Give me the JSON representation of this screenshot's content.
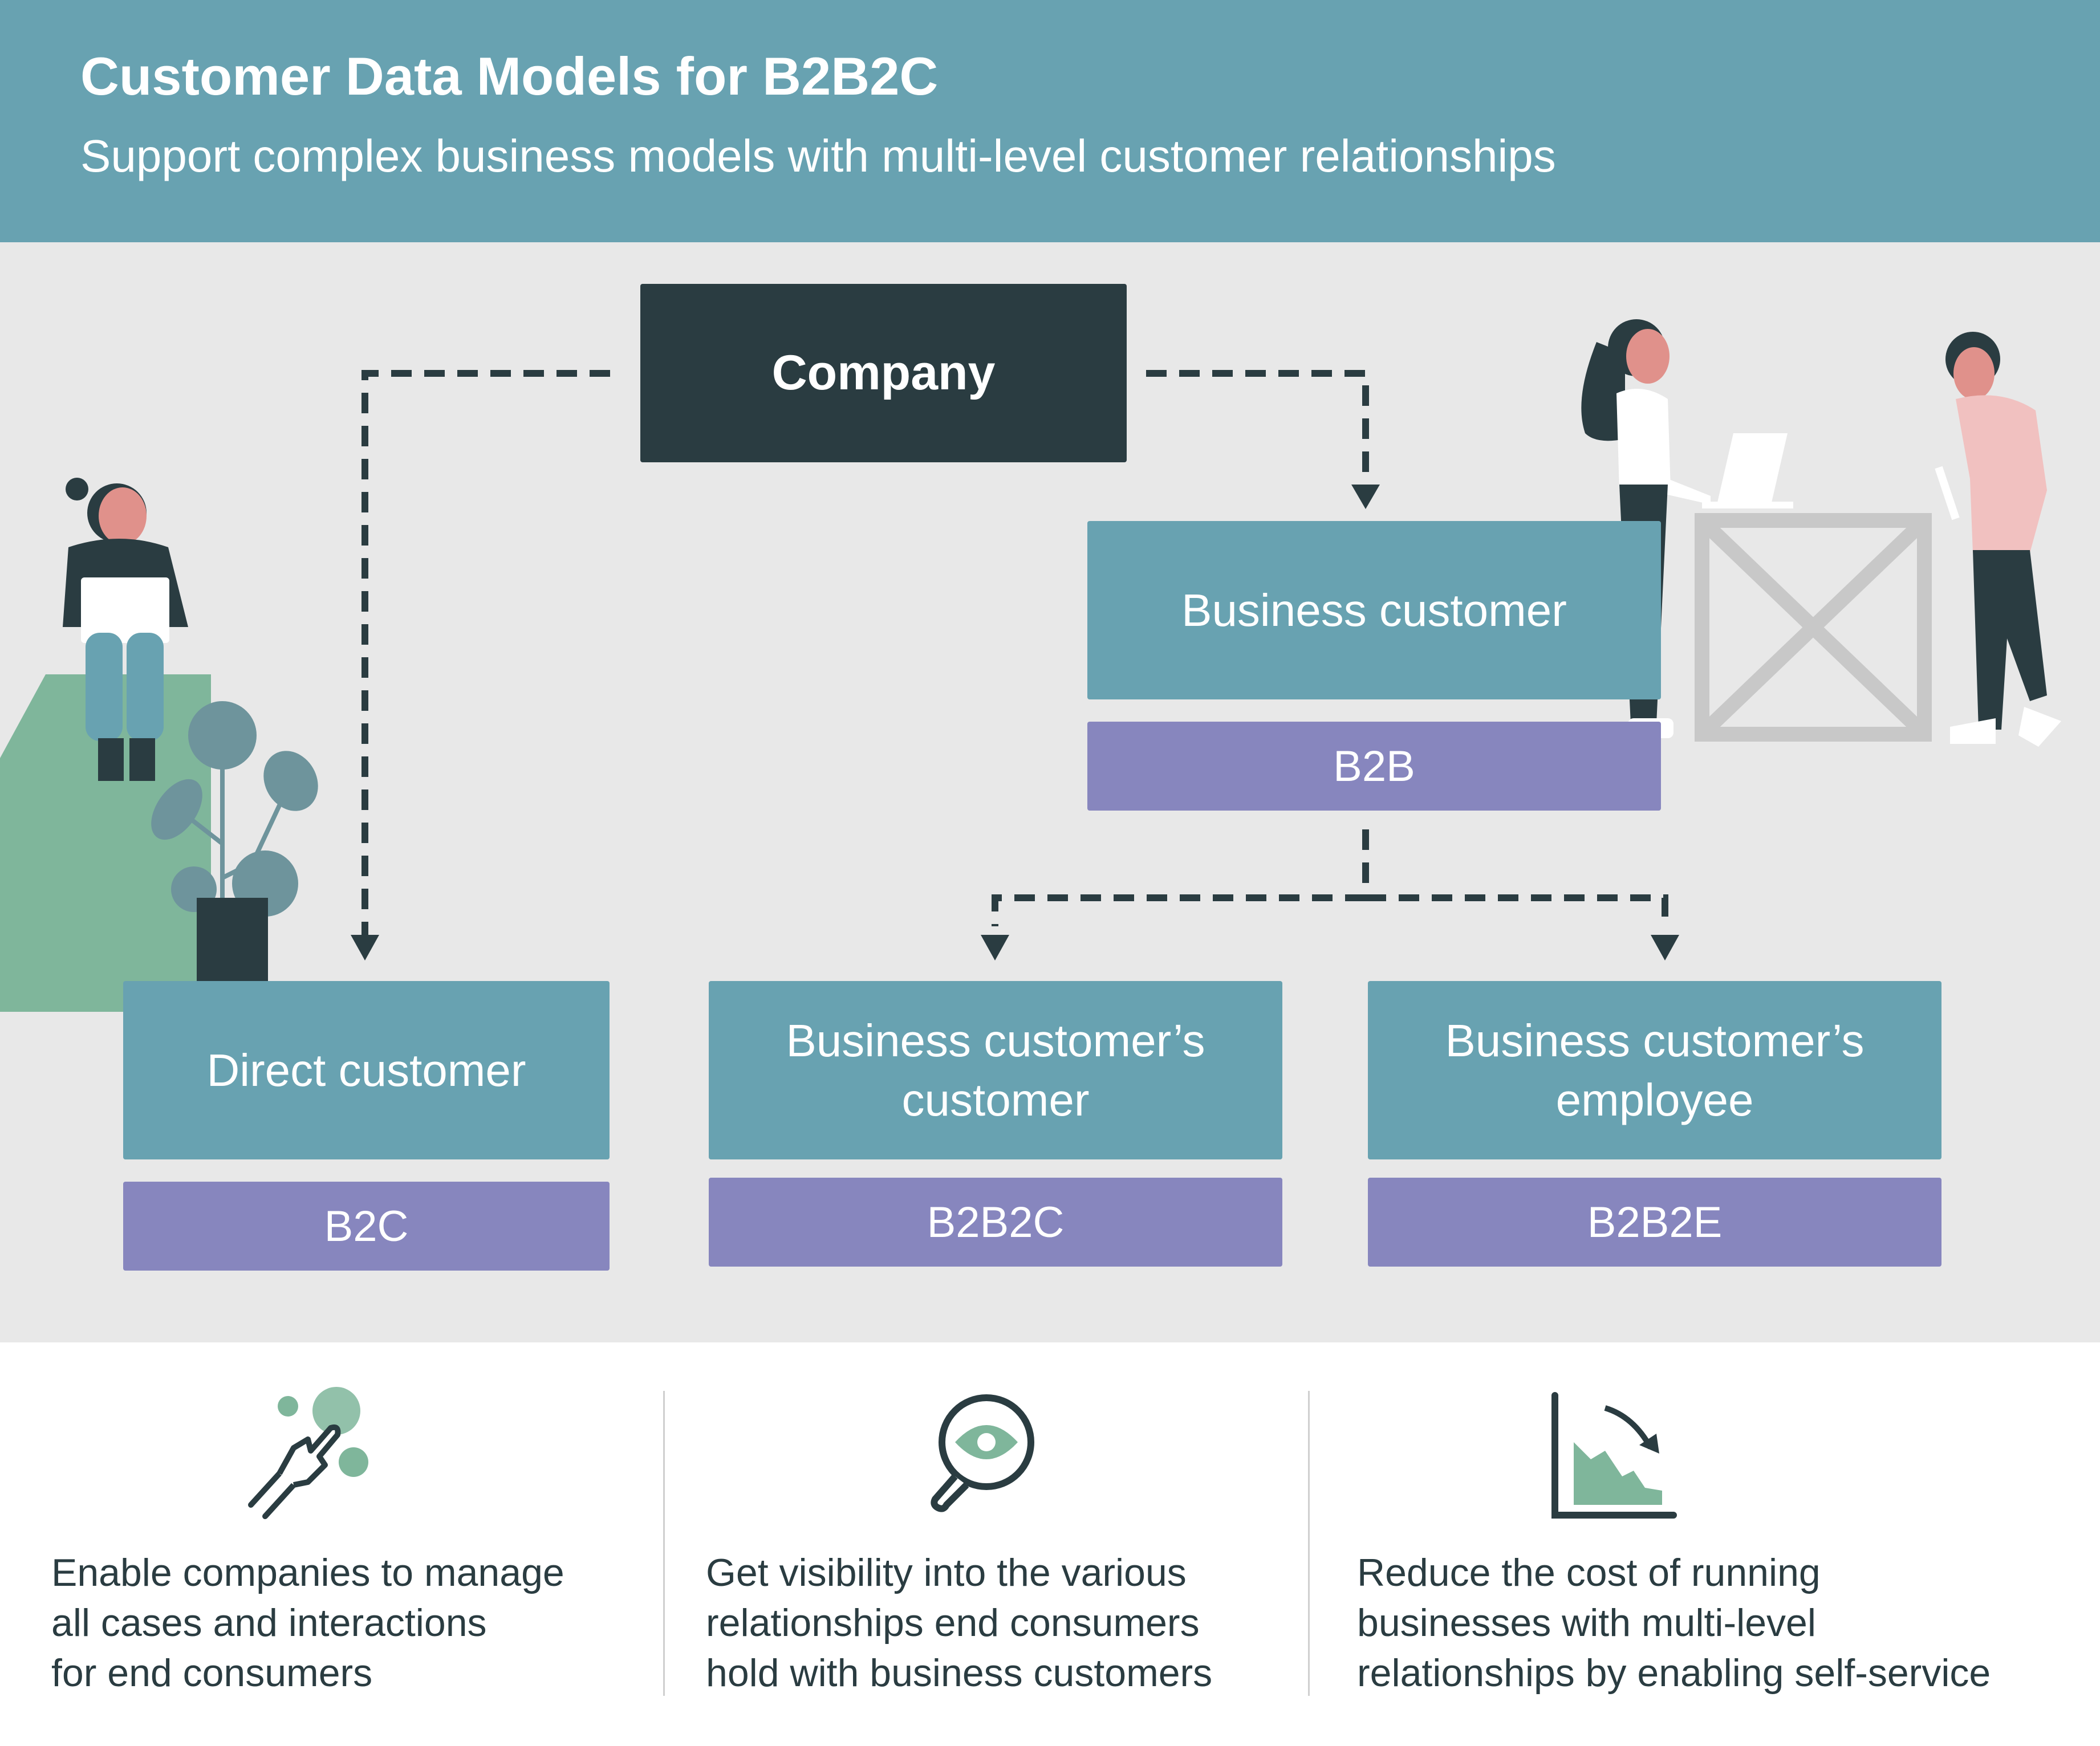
{
  "header": {
    "title": "Customer Data Models for B2B2C",
    "subtitle": "Support complex business models with multi-level customer relationships"
  },
  "diagram": {
    "company": "Company",
    "business_customer": "Business customer",
    "b2b": "B2B",
    "direct_customer": "Direct customer",
    "b2c": "B2C",
    "bc_customer": "Business customer’s customer",
    "b2b2c": "B2B2C",
    "bc_employee": "Business customer’s employee",
    "b2b2e": "B2B2E"
  },
  "benefits": [
    {
      "icon": "touch-hand-icon",
      "lines": [
        "Enable companies to manage",
        "all cases and interactions",
        "for end consumers"
      ]
    },
    {
      "icon": "magnifier-eye-icon",
      "lines": [
        "Get visibility into the various",
        "relationships end consumers",
        "hold with business customers"
      ]
    },
    {
      "icon": "declining-chart-icon",
      "lines": [
        "Reduce the cost of running",
        "businesses with multi-level",
        "relationships by enabling self-service"
      ]
    }
  ],
  "colors": {
    "header": "#68a2b1",
    "dark": "#2a3c41",
    "teal": "#68a2b1",
    "purple": "#8786be",
    "green": "#7fb69b",
    "panel": "#e8e8e8"
  }
}
